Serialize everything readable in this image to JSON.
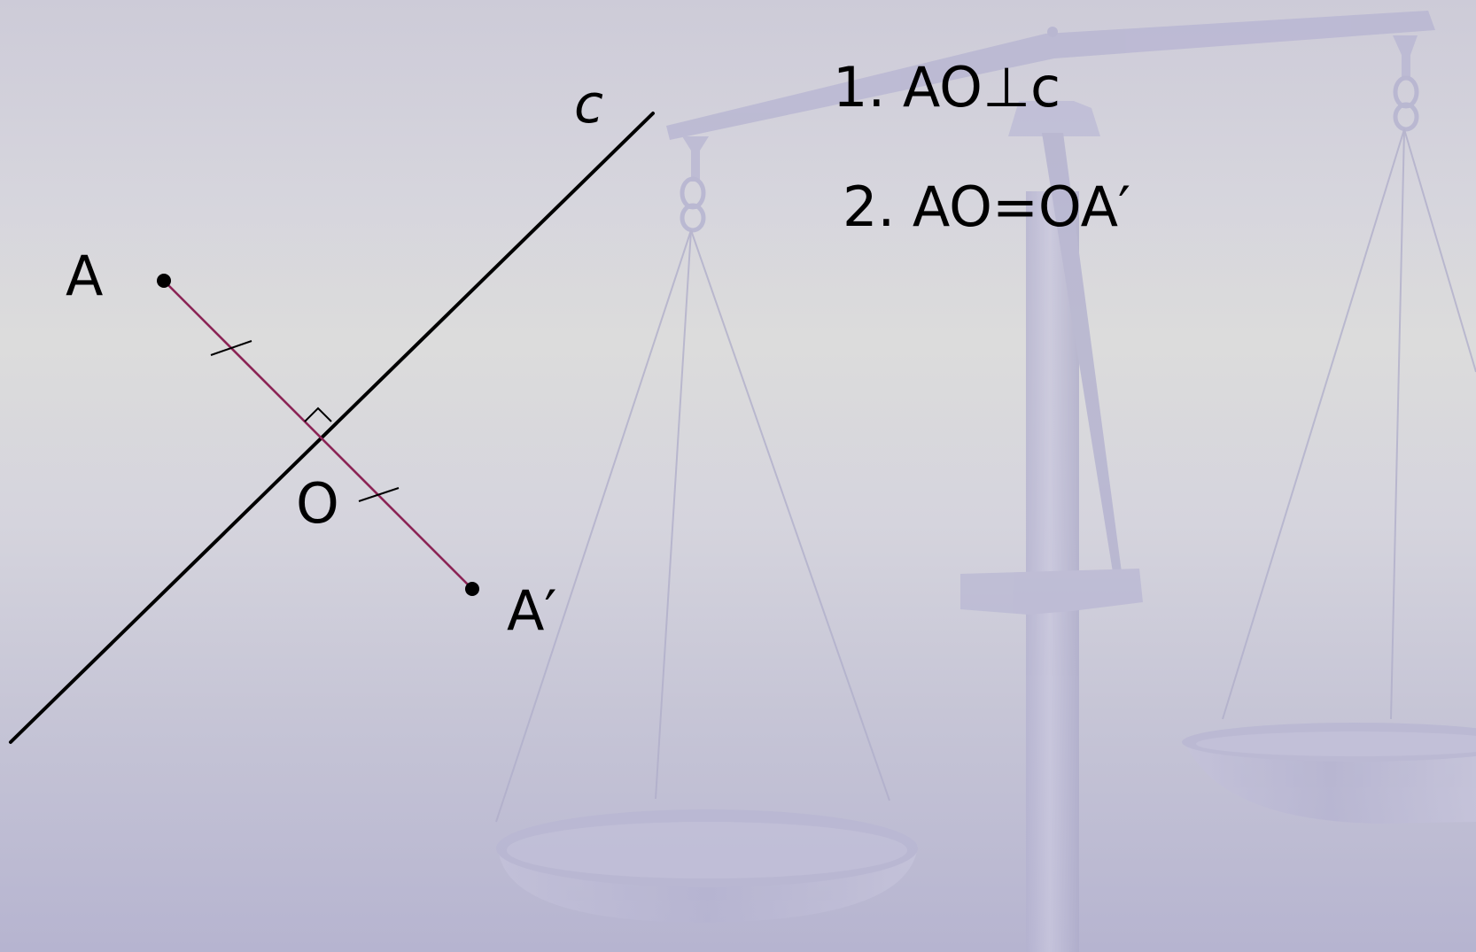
{
  "diagram": {
    "line_label": "c",
    "point_a": "A",
    "point_o": "O",
    "point_a_prime": "A′"
  },
  "conditions": [
    "1. AO⊥c",
    "2. AO=OA′"
  ],
  "colors": {
    "segment": "#8b2455",
    "line": "#000000",
    "background_scale": "#b9b7d4"
  },
  "icons": {
    "background": "balance-scale-icon"
  }
}
